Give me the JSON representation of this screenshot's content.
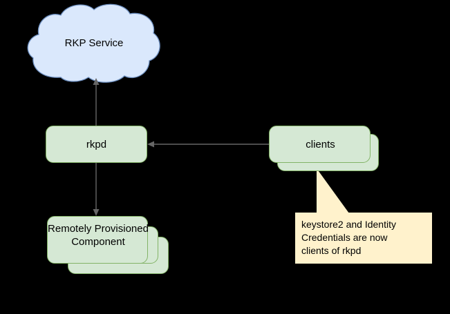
{
  "diagram": {
    "type": "architecture-flow-diagram",
    "background_color": "#000000",
    "palette": {
      "cloud_fill": "#dae8fc",
      "cloud_stroke": "#6c8ebf",
      "box_fill": "#d5e8d4",
      "box_stroke": "#82b366",
      "callout_fill": "#fff2cc",
      "arrow_color": "#666666",
      "text_color": "#000000"
    },
    "nodes": [
      {
        "id": "rkp-service",
        "shape": "cloud",
        "label": "RKP Service"
      },
      {
        "id": "rkpd",
        "shape": "rounded-rect",
        "label": "rkpd"
      },
      {
        "id": "clients",
        "shape": "stacked-rounded-rect",
        "layers": 2,
        "label": "clients"
      },
      {
        "id": "remotely-provisioned-component",
        "shape": "stacked-rounded-rect",
        "layers": 3,
        "label": "Remotely\nProvisioned\nComponent"
      }
    ],
    "edges": [
      {
        "id": "rkpd-to-rkp-service",
        "from": "rkpd",
        "to": "rkp-service",
        "direction": "up"
      },
      {
        "id": "rkpd-to-rpc",
        "from": "rkpd",
        "to": "remotely-provisioned-component",
        "direction": "down"
      },
      {
        "id": "clients-to-rkpd",
        "from": "clients",
        "to": "rkpd",
        "direction": "left"
      }
    ],
    "callout": {
      "id": "clients-note",
      "attached_to": "clients",
      "text": "keystore2 and Identity\nCredentials are now\nclients of rkpd"
    }
  }
}
